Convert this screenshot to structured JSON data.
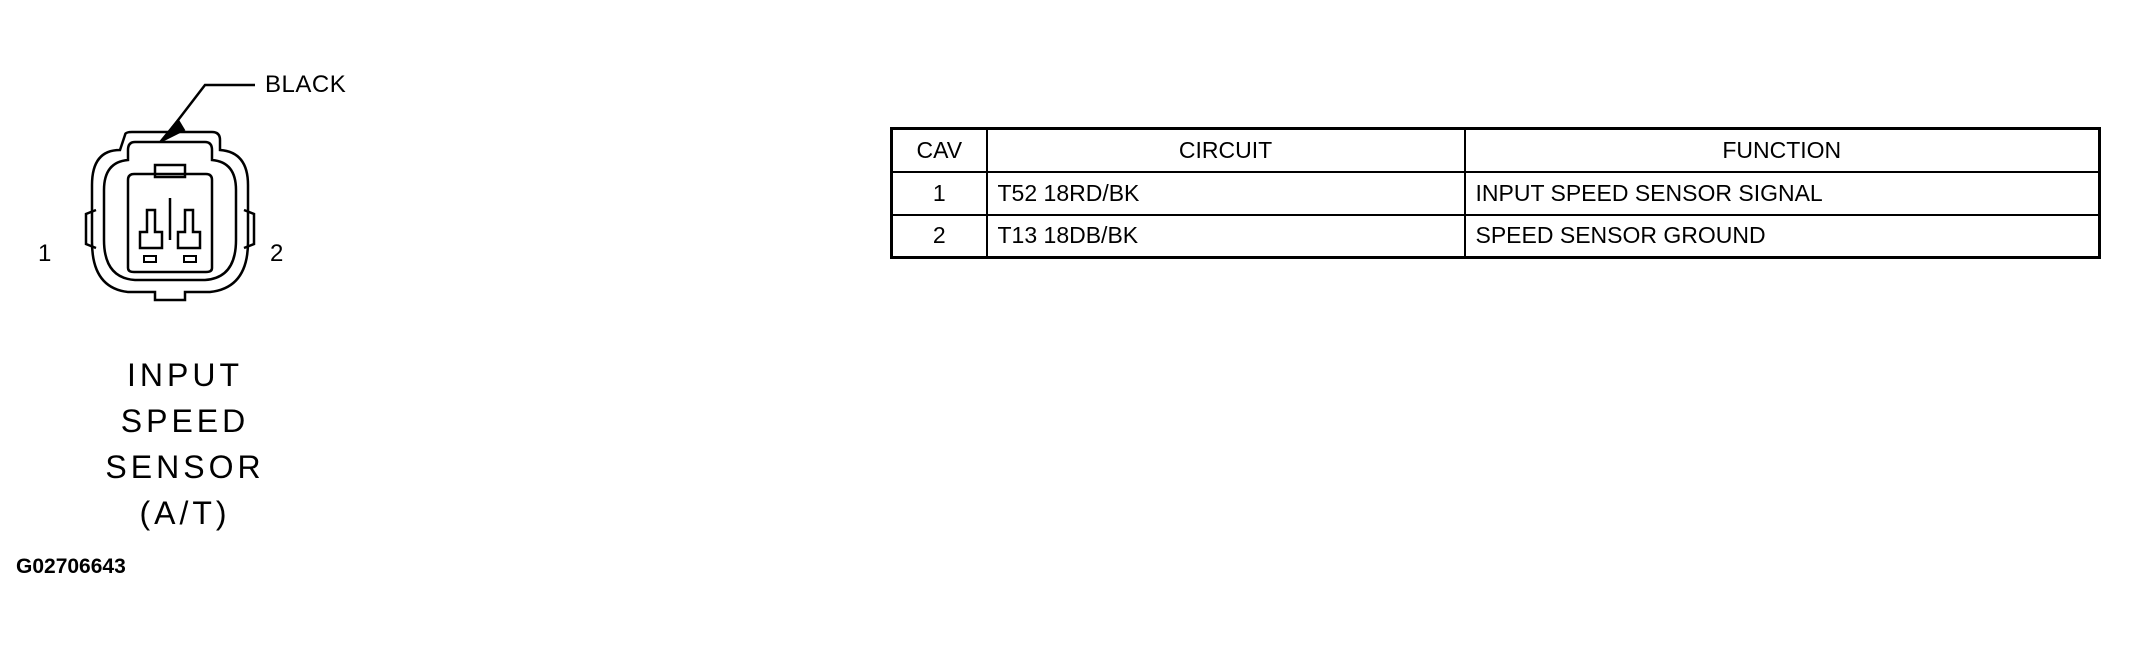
{
  "connector": {
    "color_label": "BLACK",
    "pin_left": "1",
    "pin_right": "2",
    "title_lines": [
      "INPUT",
      "SPEED",
      "SENSOR",
      "(A/T)"
    ],
    "figure_id": "G02706643"
  },
  "table": {
    "headers": {
      "cav": "CAV",
      "circuit": "CIRCUIT",
      "function": "FUNCTION"
    },
    "rows": [
      {
        "cav": "1",
        "circuit": "T52 18RD/BK",
        "function": "INPUT SPEED SENSOR SIGNAL"
      },
      {
        "cav": "2",
        "circuit": "T13 18DB/BK",
        "function": "SPEED SENSOR GROUND"
      }
    ]
  }
}
